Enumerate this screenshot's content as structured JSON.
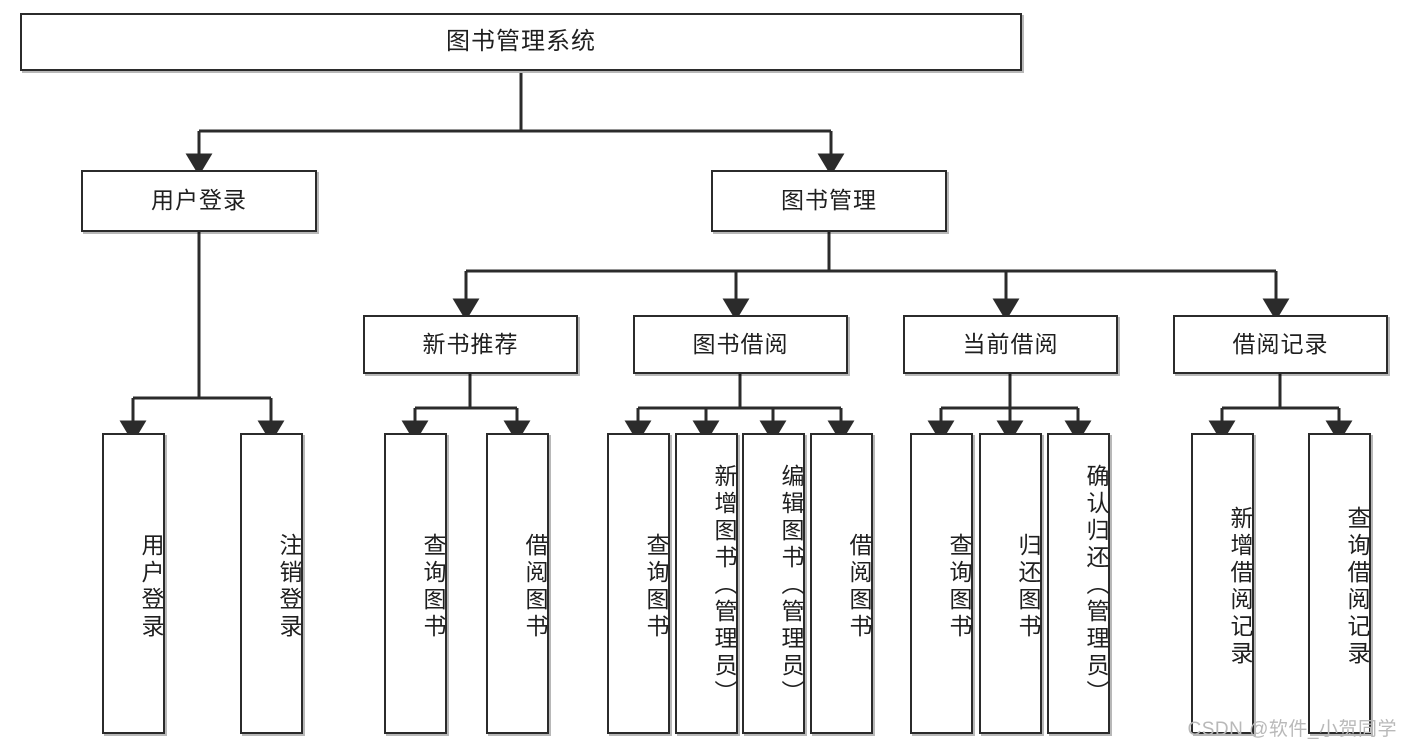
{
  "diagram": {
    "title": "图书管理系统",
    "watermark": "CSDN @软件_小贺同学",
    "colors": {
      "box_border": "#2b2b2b",
      "box_fill": "#ffffff",
      "edge": "#2b2b2b",
      "text": "#1f1f1f",
      "watermark": "#b9b9b9"
    },
    "levels": {
      "root": {
        "label": "图书管理系统"
      },
      "level2": [
        {
          "id": "user-login",
          "label": "用户登录"
        },
        {
          "id": "book-manage",
          "label": "图书管理"
        }
      ],
      "level3": [
        {
          "id": "new-book-recommend",
          "label": "新书推荐"
        },
        {
          "id": "book-borrow",
          "label": "图书借阅"
        },
        {
          "id": "current-borrow",
          "label": "当前借阅"
        },
        {
          "id": "borrow-record",
          "label": "借阅记录"
        }
      ],
      "leaves": {
        "user-login": [
          {
            "id": "leaf-user-login",
            "label": "用户登录"
          },
          {
            "id": "leaf-logout",
            "label": "注销登录"
          }
        ],
        "new-book-recommend": [
          {
            "id": "leaf-query-book-1",
            "label": "查询图书"
          },
          {
            "id": "leaf-borrow-book-1",
            "label": "借阅图书"
          }
        ],
        "book-borrow": [
          {
            "id": "leaf-query-book-2",
            "label": "查询图书"
          },
          {
            "id": "leaf-add-book",
            "label": "新增图书（管理员）"
          },
          {
            "id": "leaf-edit-book",
            "label": "编辑图书（管理员）"
          },
          {
            "id": "leaf-borrow-book-2",
            "label": "借阅图书"
          }
        ],
        "current-borrow": [
          {
            "id": "leaf-query-book-3",
            "label": "查询图书"
          },
          {
            "id": "leaf-return-book",
            "label": "归还图书"
          },
          {
            "id": "leaf-confirm-return",
            "label": "确认归还（管理员）"
          }
        ],
        "borrow-record": [
          {
            "id": "leaf-add-record",
            "label": "新增借阅记录"
          },
          {
            "id": "leaf-query-record",
            "label": "查询借阅记录"
          }
        ]
      }
    }
  }
}
